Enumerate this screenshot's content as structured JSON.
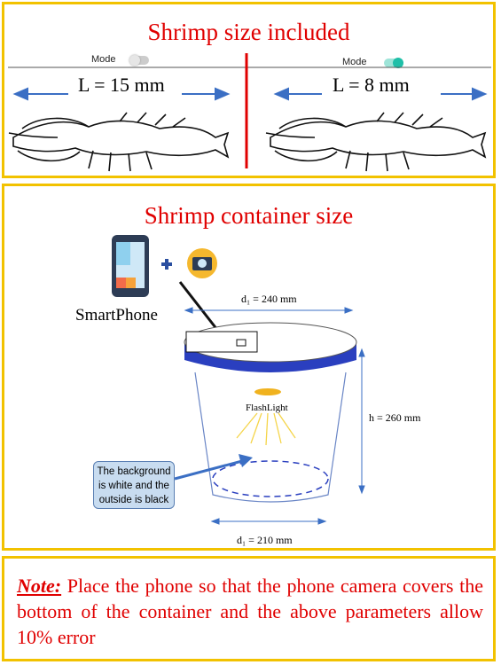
{
  "top_panel": {
    "title": "Shrimp size included",
    "left": {
      "mode_label": "Mode",
      "length_label": "L = 15 mm"
    },
    "right": {
      "mode_label": "Mode",
      "length_label": "L = 8 mm"
    }
  },
  "middle_panel": {
    "title": "Shrimp container size",
    "smartphone_label": "SmartPhone",
    "top_diameter": "d₁ = 240 mm",
    "bottom_diameter": "d₁ = 210 mm",
    "height": "h = 260 mm",
    "flashlight_label": "FlashLight",
    "background_note": "The background is white and the outside is black"
  },
  "note_panel": {
    "note_label": "Note:",
    "note_text": " Place the phone so that the phone camera covers the bottom of the container and the above parameters allow 10% error"
  },
  "colors": {
    "title_red": "#e00000",
    "frame_yellow": "#f2c200",
    "lid_blue": "#2a3fbf",
    "arrow_blue": "#3b6fc4",
    "toggle_teal": "#1fbfa8"
  }
}
